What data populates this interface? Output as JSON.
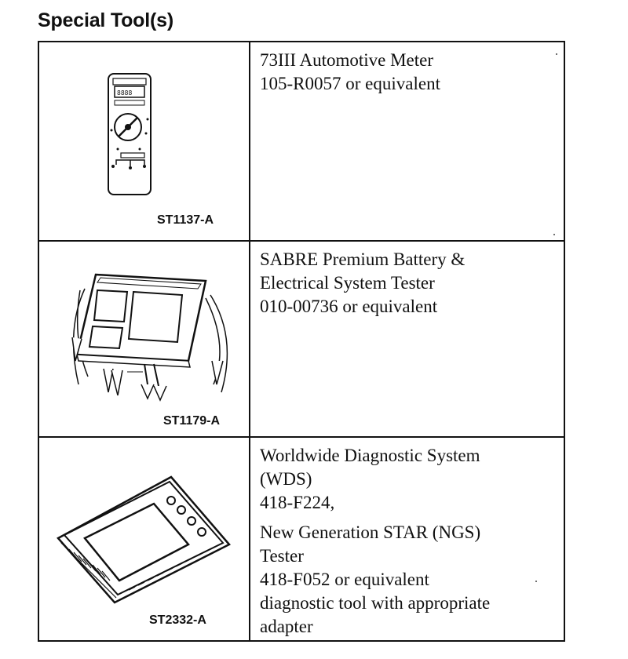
{
  "heading": "Special Tool(s)",
  "tools": [
    {
      "image_label": "ST1137-A",
      "illustration": "multimeter-icon",
      "lines": [
        "73III Automotive Meter",
        "105-R0057 or equivalent"
      ]
    },
    {
      "image_label": "ST1179-A",
      "illustration": "battery-tester-icon",
      "lines": [
        "SABRE Premium Battery &",
        "Electrical System Tester",
        "010-00736 or equivalent"
      ]
    },
    {
      "image_label": "ST2332-A",
      "illustration": "diagnostic-tablet-icon",
      "lines": [
        "Worldwide Diagnostic System",
        "(WDS)",
        "418-F224,"
      ],
      "lines_2": [
        "New Generation STAR (NGS)",
        "Tester",
        "418-F052 or equivalent",
        "diagnostic tool with appropriate",
        "adapter"
      ]
    }
  ]
}
